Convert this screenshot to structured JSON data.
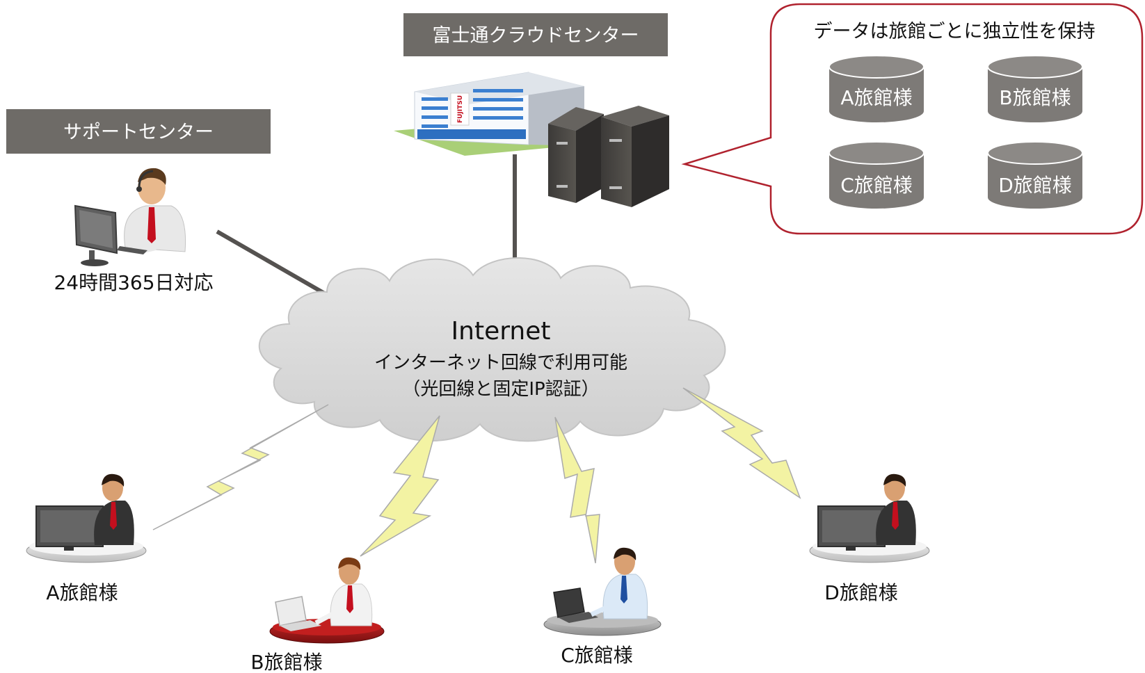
{
  "datacenter": {
    "banner": "富士通クラウドセンター",
    "building_logo": "FUJITSU"
  },
  "support": {
    "banner": "サポートセンター",
    "caption": "24時間365日対応"
  },
  "callout": {
    "title": "データは旅館ごとに独立性を保持",
    "databases": [
      "A旅館様",
      "B旅館様",
      "C旅館様",
      "D旅館様"
    ]
  },
  "internet": {
    "title": "Internet",
    "line1": "インターネット回線で利用可能",
    "line2": "（光回線と固定IP認証）"
  },
  "clients": [
    "A旅館様",
    "B旅館様",
    "C旅館様",
    "D旅館様"
  ],
  "colors": {
    "banner_bg": "#6e6b67",
    "callout_border": "#b0222e",
    "database": "#7d7a77",
    "cloud": "#d8d8d8",
    "lightning": "#f3f3a3",
    "server": "#4a4846",
    "accent_red": "#c40f1e"
  }
}
